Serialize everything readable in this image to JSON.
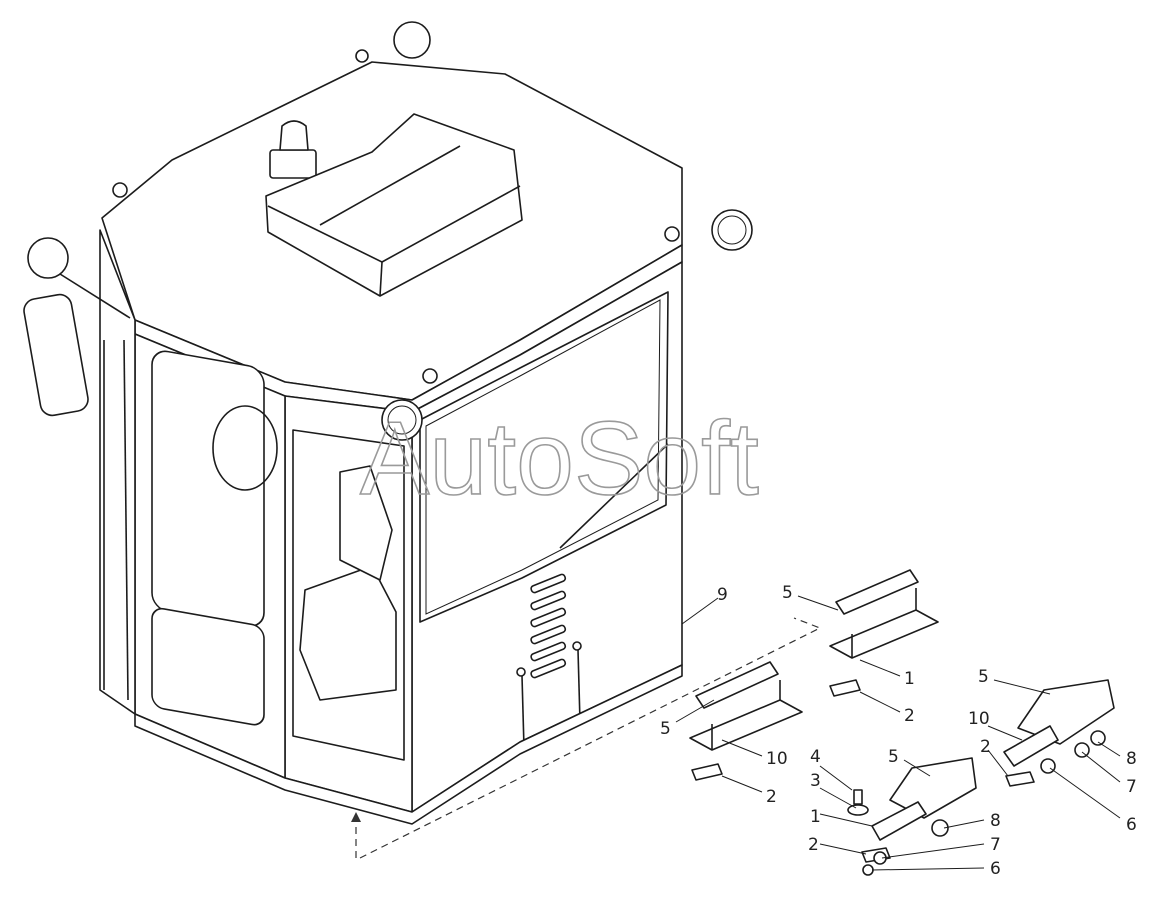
{
  "watermark": "AutoSoft",
  "callouts": [
    {
      "id": "c9",
      "label": "9"
    },
    {
      "id": "c5a",
      "label": "5"
    },
    {
      "id": "c1a",
      "label": "1"
    },
    {
      "id": "c2a",
      "label": "2"
    },
    {
      "id": "c5b",
      "label": "5"
    },
    {
      "id": "c10a",
      "label": "10"
    },
    {
      "id": "c2b",
      "label": "2"
    },
    {
      "id": "c5c",
      "label": "5"
    },
    {
      "id": "c10b",
      "label": "10"
    },
    {
      "id": "c2c",
      "label": "2"
    },
    {
      "id": "c8a",
      "label": "8"
    },
    {
      "id": "c7a",
      "label": "7"
    },
    {
      "id": "c6a",
      "label": "6"
    },
    {
      "id": "c4",
      "label": "4"
    },
    {
      "id": "c3",
      "label": "3"
    },
    {
      "id": "c1b",
      "label": "1"
    },
    {
      "id": "c2d",
      "label": "2"
    },
    {
      "id": "c5d",
      "label": "5"
    },
    {
      "id": "c8b",
      "label": "8"
    },
    {
      "id": "c7b",
      "label": "7"
    },
    {
      "id": "c6b",
      "label": "6"
    }
  ]
}
